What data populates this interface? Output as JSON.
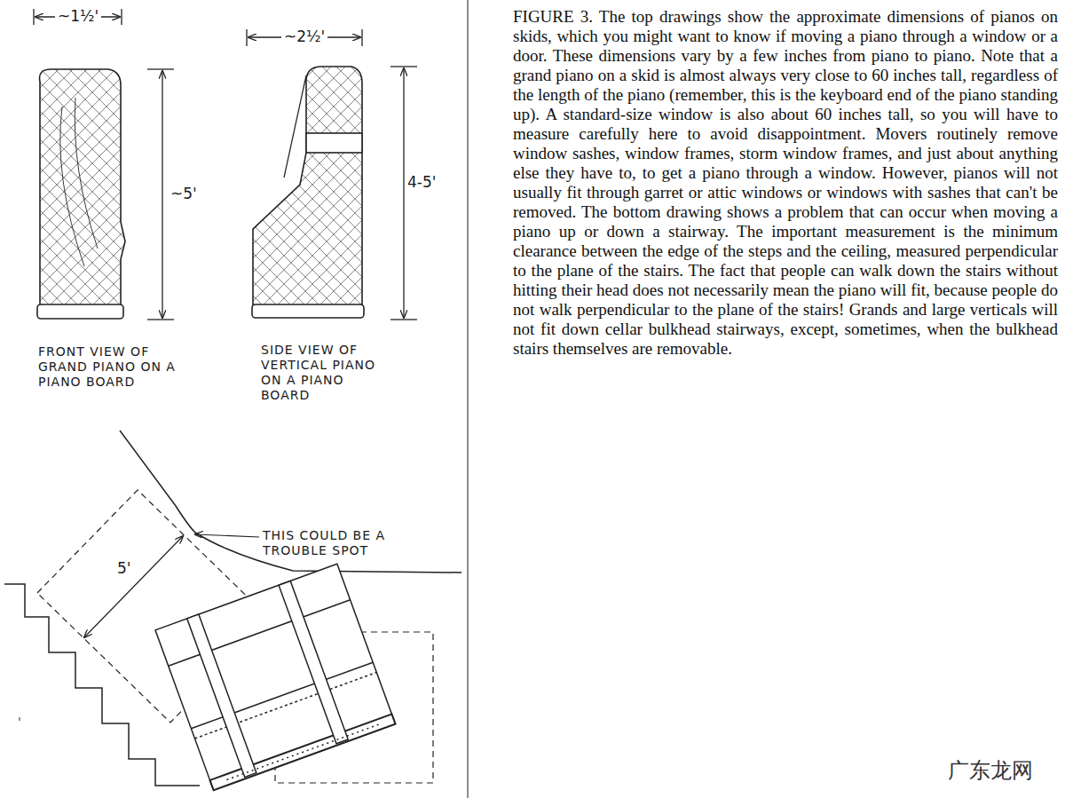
{
  "diagram": {
    "caption": "FIGURE 3. The top drawings show the approximate dimensions of pianos on skids, which you might want to know if moving a piano through a window or a door. These dimensions vary by a few inches from piano to piano. Note that a grand piano on a skid is almost always very close to 60 inches tall, regardless of the length of the piano (remember, this is the keyboard end of the piano standing up). A standard-size window is also about 60 inches tall, so you will have to measure carefully here to avoid disappointment. Movers routinely remove window sashes, window frames, storm window frames, and just about anything else they have to, to get a piano through a window. However, pianos will not usually fit through garret or attic windows or windows with sashes that can't be removed. The bottom drawing shows a problem that can occur when moving a piano up or down a stairway. The important measurement is the minimum clearance between the edge of the steps and the ceiling, measured perpendicular to the plane of the stairs. The fact that people can walk down the stairs without hitting their head does not necessarily mean the piano will fit, because people do not walk perpendicular to the plane of the stairs! Grands and large verticals will not fit down cellar bulkhead stairways, except, sometimes, when the bulkhead stairs themselves are removable.",
    "labels": [
      "~1½'",
      "~5'",
      "~2½'",
      "4-5'",
      "FRONT VIEW OF GRAND PIANO ON A PIANO BOARD",
      "SIDE VIEW OF VERTICAL PIANO ON A PIANO BOARD",
      "5'",
      "THIS COULD BE A TROUBLE SPOT",
      "广东龙网"
    ]
  }
}
